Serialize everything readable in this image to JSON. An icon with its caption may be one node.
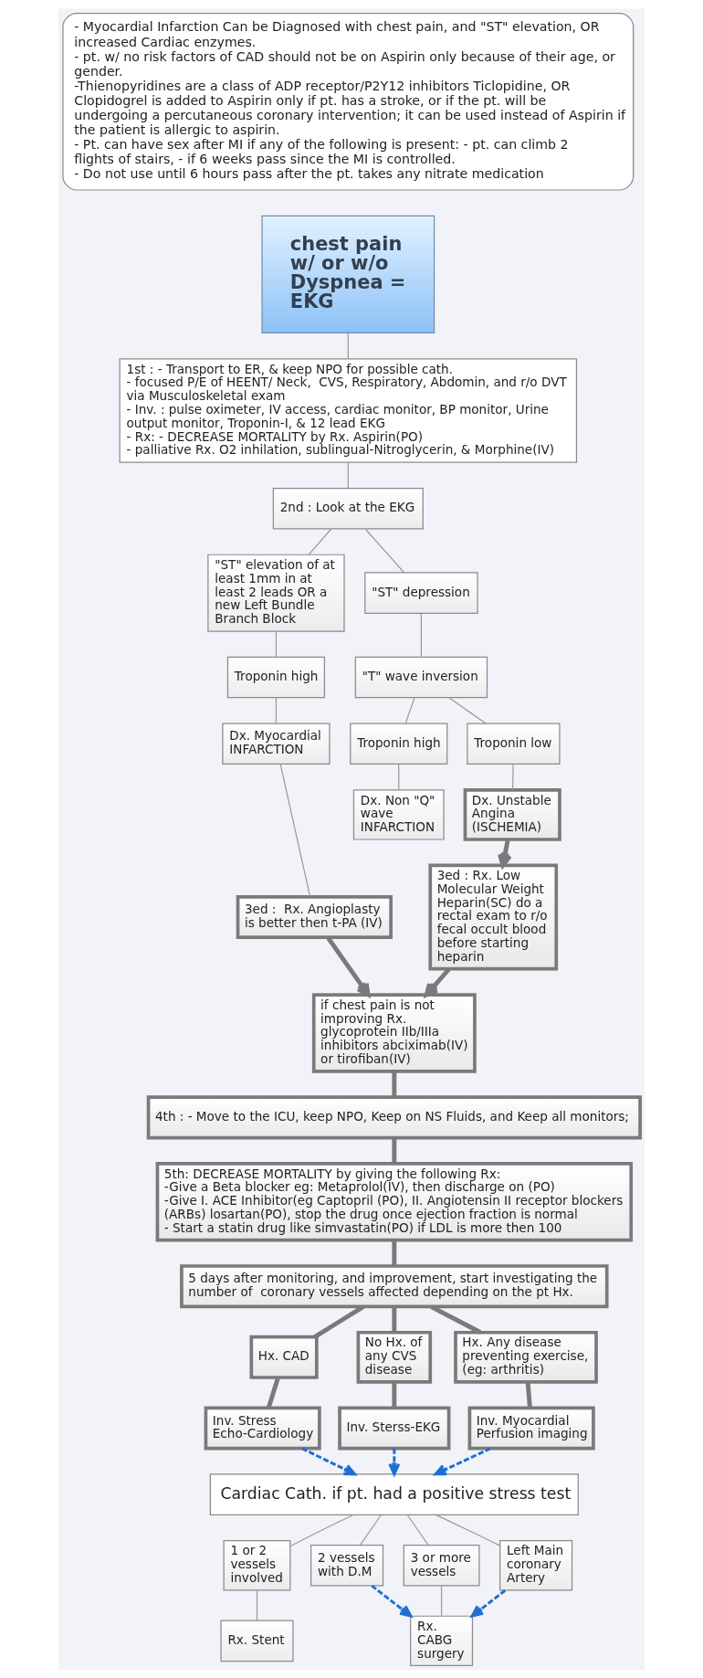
{
  "diagram": {
    "nodes": [
      {
        "text": [
          "- Myocardial Infarction Can be Diagnosed with chest pain, and \"ST\" elevation, OR increased Cardiac enzymes.",
          "- pt. w/ no risk factors of CAD should not be on Aspirin only because of their age, or gender.",
          "-Thienopyridines are a class of ADP receptor/P2Y12 inhibitors Ticlopidine, OR Clopidogrel is added to Aspirin only if pt. has a stroke, or if the pt. will be undergoing a percutaneous coronary intervention; it can be used instead of Aspirin if the patient is allergic to aspirin.",
          "- Pt. can have sex after MI if any of the following is present: - pt. can climb 2 flights of stairs, - if 6 weeks pass since the MI is controlled.",
          "- Do not use until 6 hours pass after the pt. takes any nitrate medication"
        ]
      },
      {
        "text": [
          "chest pain w/ or w/o Dyspnea = EKG"
        ]
      },
      {
        "text": [
          "1st : - Transport to ER, & keep NPO for possible cath.",
          "- focused P/E of HEENT/ Neck,  CVS, Respiratory, Abdomin, and r/o DVT via Musculoskeletal exam",
          "- Inv. : pulse oximeter, IV access, cardiac monitor, BP monitor, Urine output monitor, Troponin-I, & 12 lead EKG",
          "- Rx: - DECREASE MORTALITY by Rx. Aspirin(PO)",
          "- palliative Rx. O2 inhilation, sublingual-Nitroglycerin, & Morphine(IV)"
        ]
      },
      {
        "text": [
          "2nd : Look at the EKG"
        ]
      },
      {
        "text": [
          "\"ST\" elevation of at least 1mm in at least 2 leads OR a new Left Bundle Branch Block"
        ]
      },
      {
        "text": [
          "Troponin high"
        ]
      },
      {
        "text": [
          "Dx. Myocardial INFARCTION"
        ]
      },
      {
        "text": [
          "3ed :  Rx. Angioplasty is better then t-PA (IV)"
        ]
      },
      {
        "text": [
          "if chest pain is not improving Rx. glycoprotein IIb/IIIa inhibitors abciximab(IV) or tirofiban(IV)"
        ]
      },
      {
        "text": [
          "\"ST\" depression"
        ]
      },
      {
        "text": [
          "\"T\" wave inversion"
        ]
      },
      {
        "text": [
          "Troponin high"
        ]
      },
      {
        "text": [
          "Troponin low"
        ]
      },
      {
        "text": [
          "Dx. Non \"Q\" wave INFARCTION"
        ]
      },
      {
        "text": [
          "Dx. Unstable Angina (ISCHEMIA)"
        ]
      },
      {
        "text": [
          "3ed : Rx. Low Molecular Weight Heparin(SC) do a rectal exam to r/o fecal occult blood before starting heparin"
        ]
      },
      {
        "text": [
          "4th : - Move to the ICU, keep NPO, Keep on NS Fluids, and Keep all monitors;"
        ]
      },
      {
        "text": [
          "5th: DECREASE MORTALITY by giving the following Rx:",
          "-Give a Beta blocker eg: Metaprolol(IV), then discharge on (PO)",
          "-Give I. ACE Inhibitor(eg Captopril (PO), II. Angiotensin II receptor blockers (ARBs) losartan(PO), stop the drug once ejection fraction is normal",
          "- Start a statin drug like simvastatin(PO) if LDL is more then 100"
        ]
      },
      {
        "text": [
          "5 days after monitoring, and improvement, start investigating the number of  coronary vessels affected depending on the pt Hx."
        ]
      },
      {
        "text": [
          "Hx. CAD"
        ]
      },
      {
        "text": [
          "Inv. Stress Echo-Cardiology"
        ]
      },
      {
        "text": [
          "No Hx. of any CVS disease"
        ]
      },
      {
        "text": [
          "Inv. Sterss-EKG"
        ]
      },
      {
        "text": [
          "Hx. Any disease preventing exercise, (eg: arthritis)"
        ]
      },
      {
        "text": [
          "Inv. Myocardial Perfusion imaging"
        ]
      },
      {
        "text": [
          "Cardiac Cath. if pt. had a positive stress test"
        ]
      },
      {
        "text": [
          "1 or 2 vessels involved"
        ]
      },
      {
        "text": [
          "Rx. Stent"
        ]
      },
      {
        "text": [
          "2 vessels with D.M"
        ]
      },
      {
        "text": [
          "3 or more vessels"
        ]
      },
      {
        "text": [
          "Rx. CABG surgery"
        ]
      },
      {
        "text": [
          "Left Main coronary Artery"
        ]
      }
    ],
    "edges": [
      {
        "from": 1,
        "to": 2,
        "arrow": "none"
      },
      {
        "from": 2,
        "to": 3,
        "arrow": "none"
      },
      {
        "from": 3,
        "to": 4,
        "arrow": "none"
      },
      {
        "from": 3,
        "to": 9,
        "arrow": "none"
      },
      {
        "from": 4,
        "to": 5,
        "arrow": "none"
      },
      {
        "from": 5,
        "to": 6,
        "arrow": "none"
      },
      {
        "from": 6,
        "to": 7,
        "arrow": "none"
      },
      {
        "from": 7,
        "to": 8,
        "arrow": "to",
        "style": "thick"
      },
      {
        "from": 9,
        "to": 10,
        "arrow": "none"
      },
      {
        "from": 10,
        "to": 11,
        "arrow": "none"
      },
      {
        "from": 10,
        "to": 12,
        "arrow": "none"
      },
      {
        "from": 11,
        "to": 13,
        "arrow": "none"
      },
      {
        "from": 12,
        "to": 14,
        "arrow": "none"
      },
      {
        "from": 14,
        "to": 15,
        "arrow": "to",
        "style": "thick"
      },
      {
        "from": 15,
        "to": 8,
        "arrow": "to",
        "style": "thick"
      },
      {
        "from": 8,
        "to": 16,
        "arrow": "none",
        "style": "thick"
      },
      {
        "from": 16,
        "to": 17,
        "arrow": "none",
        "style": "thick"
      },
      {
        "from": 17,
        "to": 18,
        "arrow": "none",
        "style": "thick"
      },
      {
        "from": 18,
        "to": 19,
        "arrow": "none",
        "style": "thick"
      },
      {
        "from": 18,
        "to": 21,
        "arrow": "none",
        "style": "thick"
      },
      {
        "from": 18,
        "to": 23,
        "arrow": "none",
        "style": "thick"
      },
      {
        "from": 19,
        "to": 20,
        "arrow": "none",
        "style": "thick"
      },
      {
        "from": 21,
        "to": 22,
        "arrow": "none",
        "style": "thick"
      },
      {
        "from": 23,
        "to": 24,
        "arrow": "none",
        "style": "thick"
      },
      {
        "from": 20,
        "to": 25,
        "arrow": "to",
        "style": "dashed",
        "color": "#1f6fd1"
      },
      {
        "from": 22,
        "to": 25,
        "arrow": "to",
        "style": "dashed",
        "color": "#1f6fd1"
      },
      {
        "from": 24,
        "to": 25,
        "arrow": "to",
        "style": "dashed",
        "color": "#1f6fd1"
      },
      {
        "from": 25,
        "to": 26,
        "arrow": "none"
      },
      {
        "from": 25,
        "to": 28,
        "arrow": "none"
      },
      {
        "from": 25,
        "to": 29,
        "arrow": "none"
      },
      {
        "from": 25,
        "to": 31,
        "arrow": "none"
      },
      {
        "from": 26,
        "to": 27,
        "arrow": "none"
      },
      {
        "from": 28,
        "to": 30,
        "arrow": "to",
        "style": "dashed",
        "color": "#1f6fd1"
      },
      {
        "from": 29,
        "to": 30,
        "arrow": "none"
      },
      {
        "from": 31,
        "to": 30,
        "arrow": "to",
        "style": "dashed",
        "color": "#1f6fd1"
      }
    ]
  }
}
